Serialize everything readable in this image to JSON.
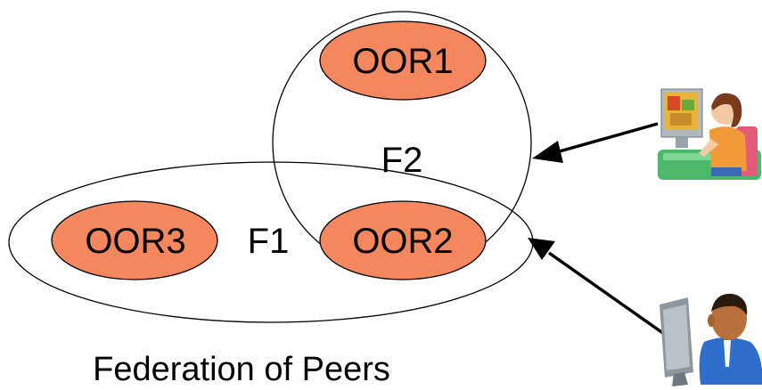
{
  "diagram": {
    "nodes": {
      "oor1": "OOR1",
      "oor2": "OOR2",
      "oor3": "OOR3"
    },
    "federations": {
      "f1": "F1",
      "f2": "F2"
    },
    "caption": "Federation of Peers",
    "icons": [
      "woman-at-computer-icon",
      "man-at-computer-icon"
    ],
    "colors": {
      "node_fill": "#F4875E",
      "outline": "#000000"
    }
  }
}
